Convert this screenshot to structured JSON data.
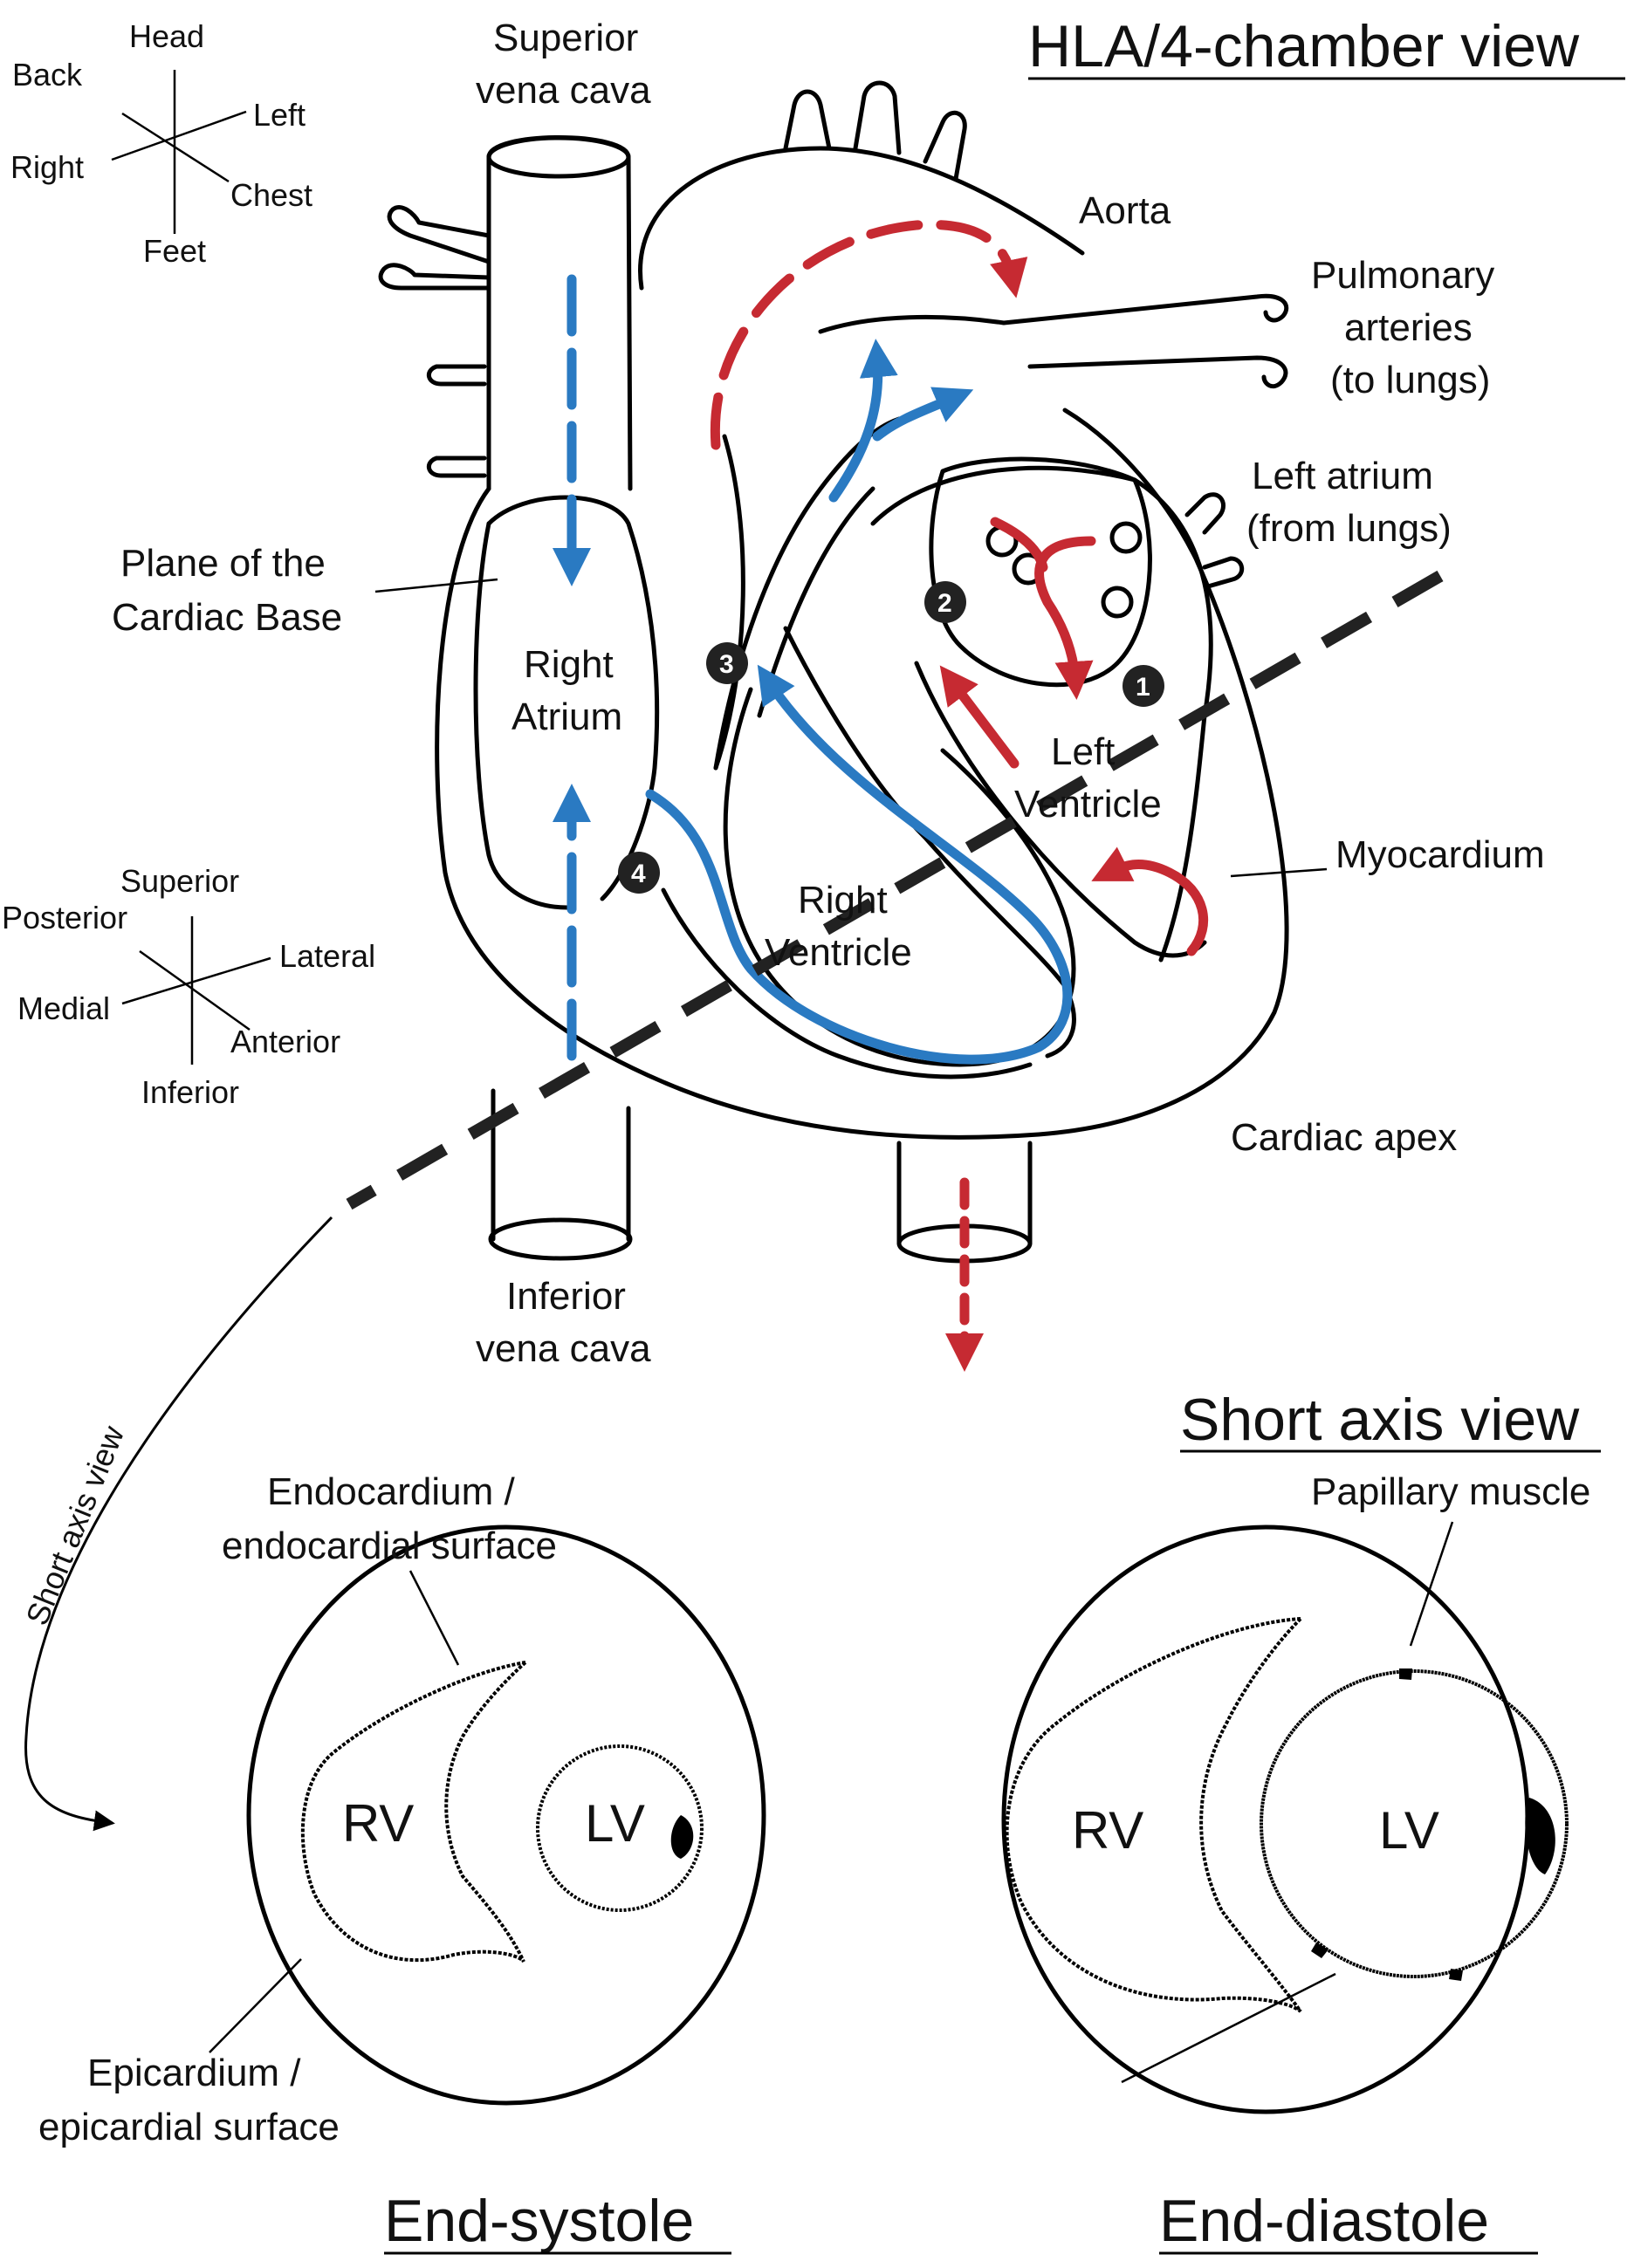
{
  "titles": {
    "hla": "HLA/4-chamber view",
    "short_axis": "Short axis view",
    "end_systole": "End-systole",
    "end_diastole": "End-diastole",
    "short_axis_arrow": "Short axis view"
  },
  "orientation_top": {
    "head": "Head",
    "back": "Back",
    "left": "Left",
    "right": "Right",
    "chest": "Chest",
    "feet": "Feet"
  },
  "orientation_mid": {
    "superior": "Superior",
    "posterior": "Posterior",
    "lateral": "Lateral",
    "medial": "Medial",
    "anterior": "Anterior",
    "inferior": "Inferior"
  },
  "labels": {
    "svc_1": "Superior",
    "svc_2": "vena cava",
    "aorta": "Aorta",
    "pa_1": "Pulmonary",
    "pa_2": "arteries",
    "pa_3": "(to lungs)",
    "la_1": "Left atrium",
    "la_2": "(from lungs)",
    "base_1": "Plane of the",
    "base_2": "Cardiac Base",
    "ra_1": "Right",
    "ra_2": "Atrium",
    "lv_1": "Left",
    "lv_2": "Ventricle",
    "myocardium": "Myocardium",
    "rv_1": "Right",
    "rv_2": "Ventricle",
    "apex": "Cardiac apex",
    "ivc_1": "Inferior",
    "ivc_2": "vena cava",
    "endo_1": "Endocardium /",
    "endo_2": "endocardial surface",
    "epi_1": "Epicardium /",
    "epi_2": "epicardial surface",
    "papillary": "Papillary muscle",
    "rv_small": "RV",
    "lv_small": "LV",
    "rv_large": "RV",
    "lv_large": "LV"
  },
  "valves": [
    "1",
    "2",
    "3",
    "4"
  ],
  "colors": {
    "deoxygenated": "#2a7ac2",
    "oxygenated": "#c62a32",
    "outline": "#000000"
  }
}
